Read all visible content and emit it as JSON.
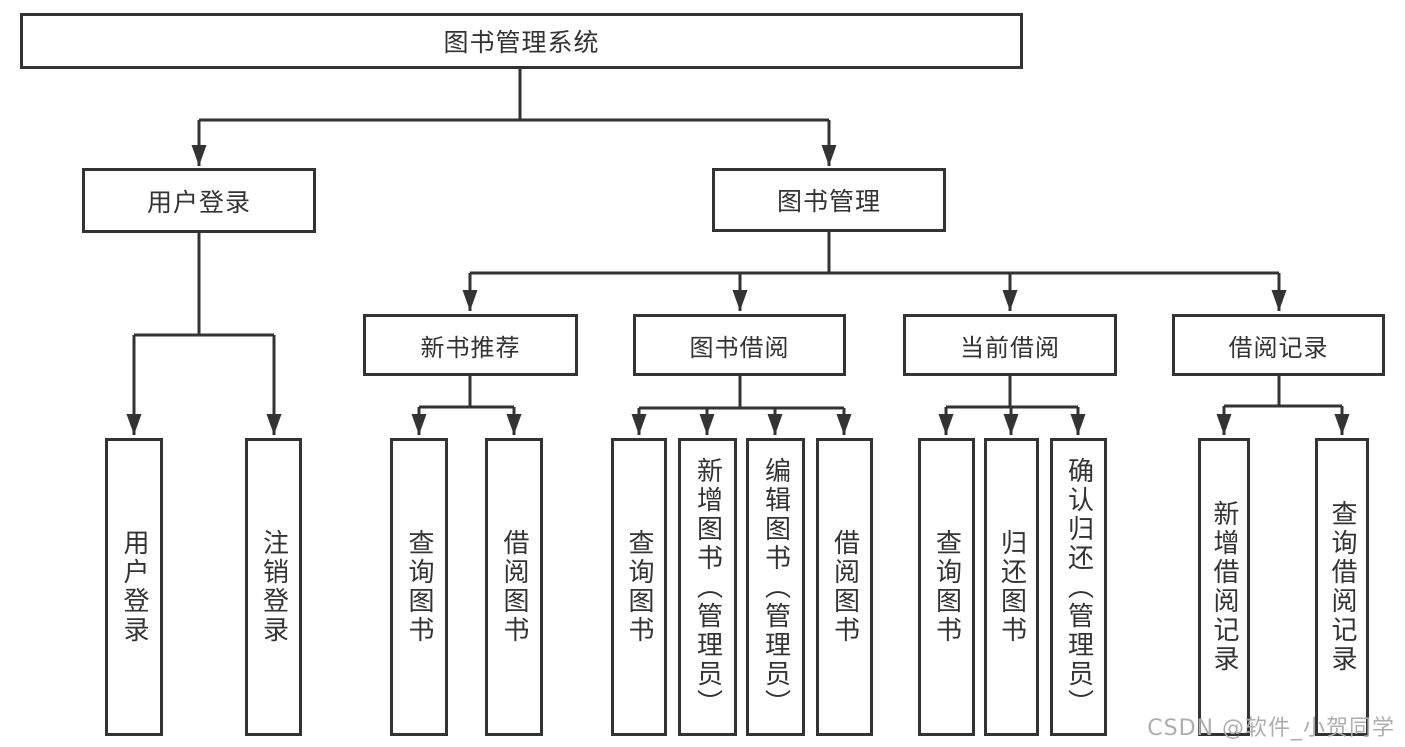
{
  "diagram": {
    "title": "图书管理系统",
    "branches": [
      {
        "label": "用户登录",
        "children": [
          {
            "label": "用户登录"
          },
          {
            "label": "注销登录"
          }
        ]
      },
      {
        "label": "图书管理",
        "children": [
          {
            "label": "新书推荐",
            "children": [
              {
                "label": "查询图书"
              },
              {
                "label": "借阅图书"
              }
            ]
          },
          {
            "label": "图书借阅",
            "children": [
              {
                "label": "查询图书"
              },
              {
                "label": "新增图书（管理员）"
              },
              {
                "label": "编辑图书（管理员）"
              },
              {
                "label": "借阅图书"
              }
            ]
          },
          {
            "label": "当前借阅",
            "children": [
              {
                "label": "查询图书"
              },
              {
                "label": "归还图书"
              },
              {
                "label": "确认归还（管理员）"
              }
            ]
          },
          {
            "label": "借阅记录",
            "children": [
              {
                "label": "新增借阅记录"
              },
              {
                "label": "查询借阅记录"
              }
            ]
          }
        ]
      }
    ]
  },
  "watermark": "CSDN @软件_小贺同学",
  "colors": {
    "line": "#333333",
    "text": "#333333",
    "watermark": "#aeaeae",
    "background": "#ffffff"
  }
}
